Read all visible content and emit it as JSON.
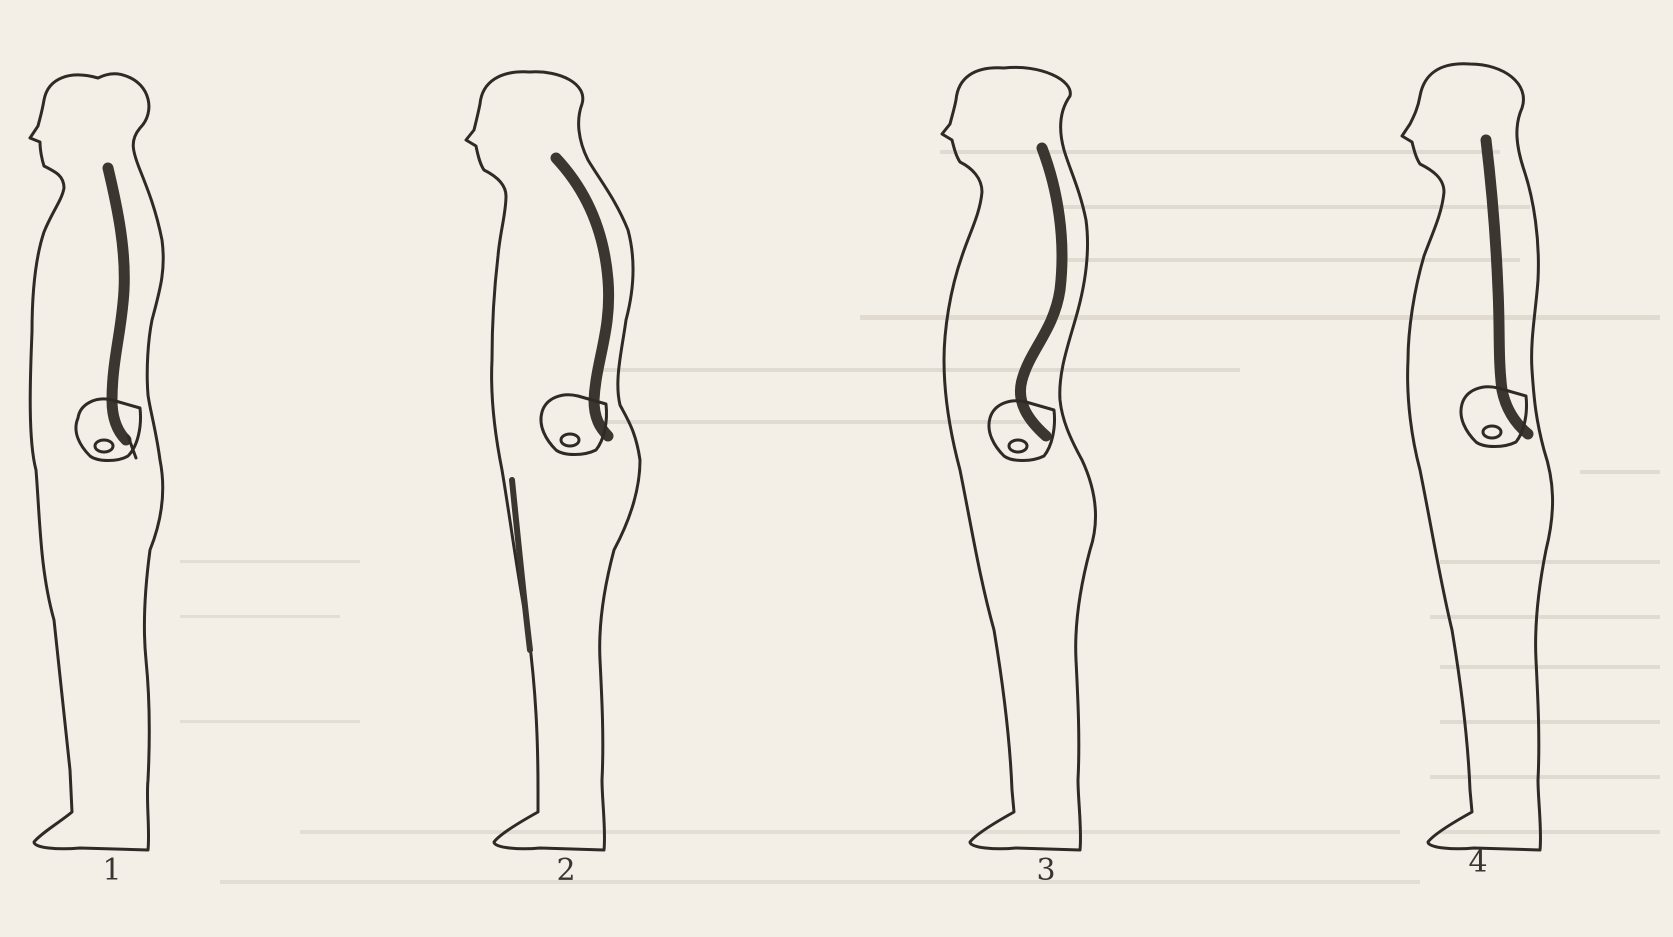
{
  "figures": [
    {
      "label": "1",
      "posture": "normal"
    },
    {
      "label": "2",
      "posture": "slouched"
    },
    {
      "label": "3",
      "posture": "lordotic"
    },
    {
      "label": "4",
      "posture": "flat-back"
    }
  ],
  "colors": {
    "paper": "#f3efe6",
    "outline": "#2f2a25",
    "spine": "#3b3630",
    "bleed_text": "#b9b2a6"
  }
}
